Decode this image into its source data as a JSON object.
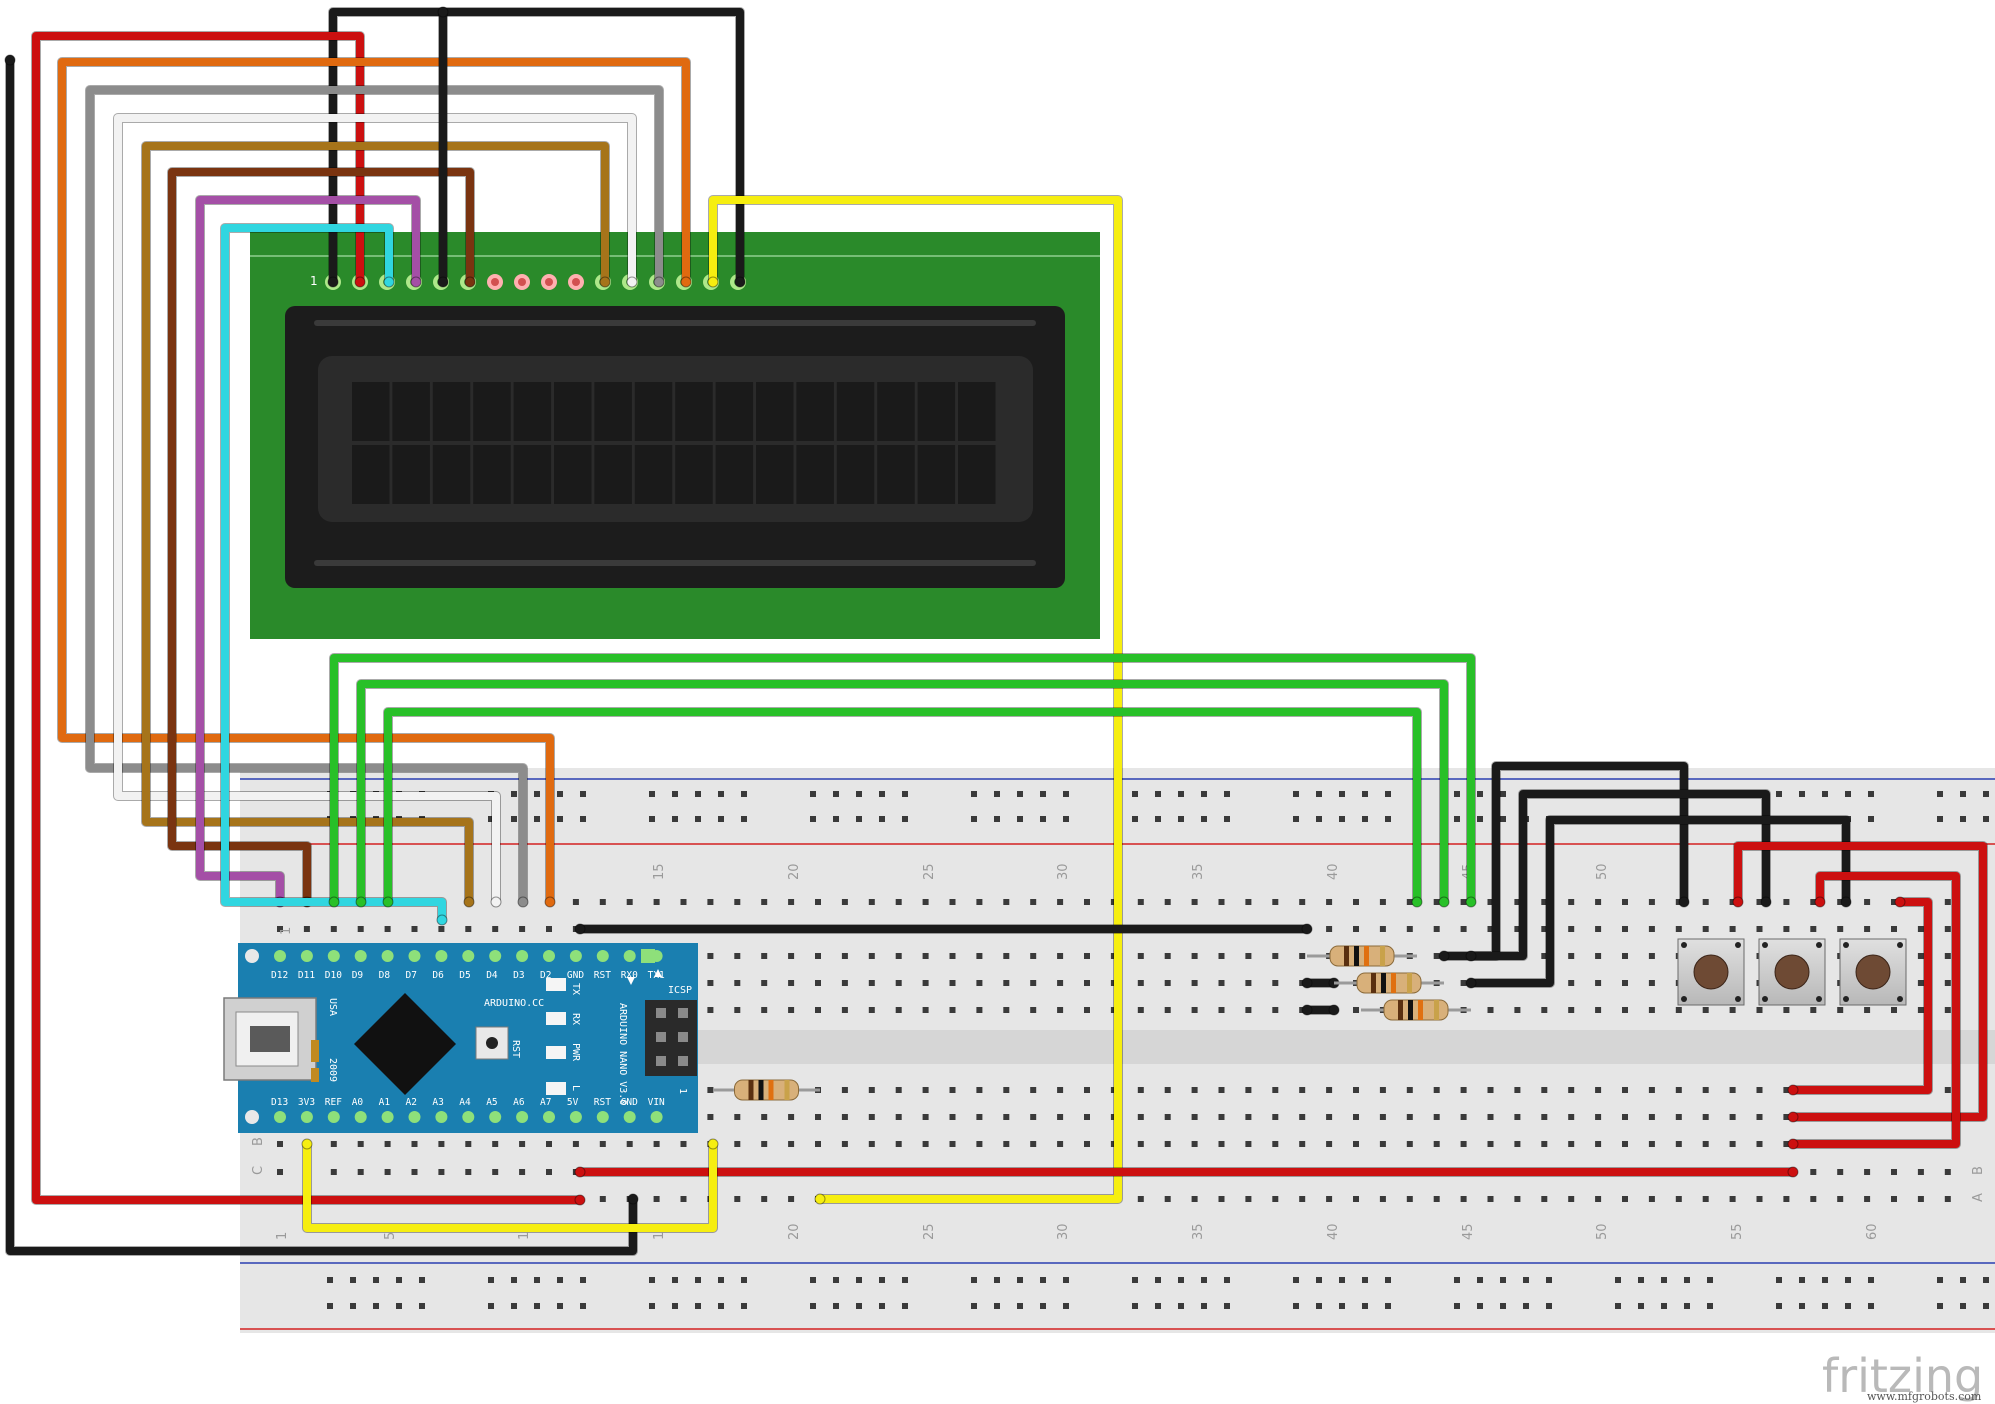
{
  "breadboard": {
    "row_numbers_top": [
      "15",
      "20",
      "25",
      "30",
      "35",
      "40",
      "45",
      "50"
    ],
    "row_numbers_bottom": [
      "1",
      "5",
      "10",
      "15",
      "20",
      "25",
      "30",
      "35",
      "40",
      "45",
      "50",
      "55",
      "60"
    ],
    "left_letters": [
      "C",
      "B"
    ],
    "right_letters": [
      "B",
      "A"
    ],
    "top_edge_digit": "1"
  },
  "lcd": {
    "pin1_label": "1",
    "columns": 16,
    "rows": 2
  },
  "arduino": {
    "top_pins": [
      "D12",
      "D11",
      "D10",
      "D9",
      "D8",
      "D7",
      "D6",
      "D5",
      "D4",
      "D3",
      "D2",
      "GND",
      "RST",
      "RX0",
      "TX1"
    ],
    "bottom_pins": [
      "D13",
      "3V3",
      "REF",
      "A0",
      "A1",
      "A2",
      "A3",
      "A4",
      "A5",
      "A6",
      "A7",
      "5V",
      "RST",
      "GND",
      "VIN"
    ],
    "usb_label": "USA",
    "year_label": "2009",
    "site_label": "ARDUINO.CC",
    "model_label": "ARDUINO NANO V3.0",
    "icsp_label": "ICSP",
    "rst_label": "RST",
    "led_labels": [
      "TX",
      "RX",
      "PWR",
      "L"
    ],
    "header_label": "1"
  },
  "watermark": {
    "brand": "fritzing",
    "site": "www.mfgrobots.com"
  },
  "colors": {
    "black": "#1a1a1a",
    "red": "#cc1010",
    "orange": "#e06a10",
    "gray": "#8c8c8c",
    "white": "#f2f2f2",
    "ochre": "#a6741a",
    "brown": "#7a3410",
    "purple": "#a44fa6",
    "cyan": "#30d6e0",
    "green": "#28c028",
    "yellow": "#f6ee10",
    "pcb_green": "#2a8a2a",
    "nano_blue": "#1a7fb0"
  }
}
